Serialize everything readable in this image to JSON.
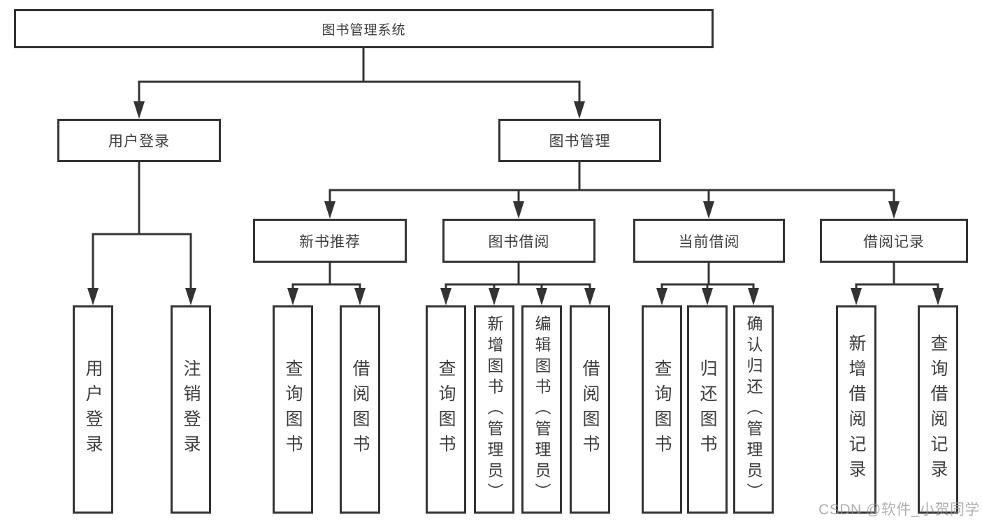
{
  "diagram": {
    "root": "图书管理系统",
    "branches": [
      {
        "label": "用户登录",
        "children": [
          "用户登录",
          "注销登录"
        ]
      },
      {
        "label": "图书管理",
        "sections": [
          {
            "label": "新书推荐",
            "children": [
              "查询图书",
              "借阅图书"
            ]
          },
          {
            "label": "图书借阅",
            "children": [
              "查询图书",
              "新增图书（管理员）",
              "编辑图书（管理员）",
              "借阅图书"
            ]
          },
          {
            "label": "当前借阅",
            "children": [
              "查询图书",
              "归还图书",
              "确认归还（管理员）"
            ]
          },
          {
            "label": "借阅记录",
            "children": [
              "新增借阅记录",
              "查询借阅记录"
            ]
          }
        ]
      }
    ]
  },
  "watermark": "CSDN @软件_小贺同学",
  "colors": {
    "line": "#333333",
    "text": "#3d3d3d",
    "background": "#ffffff",
    "watermark": "#949494"
  }
}
